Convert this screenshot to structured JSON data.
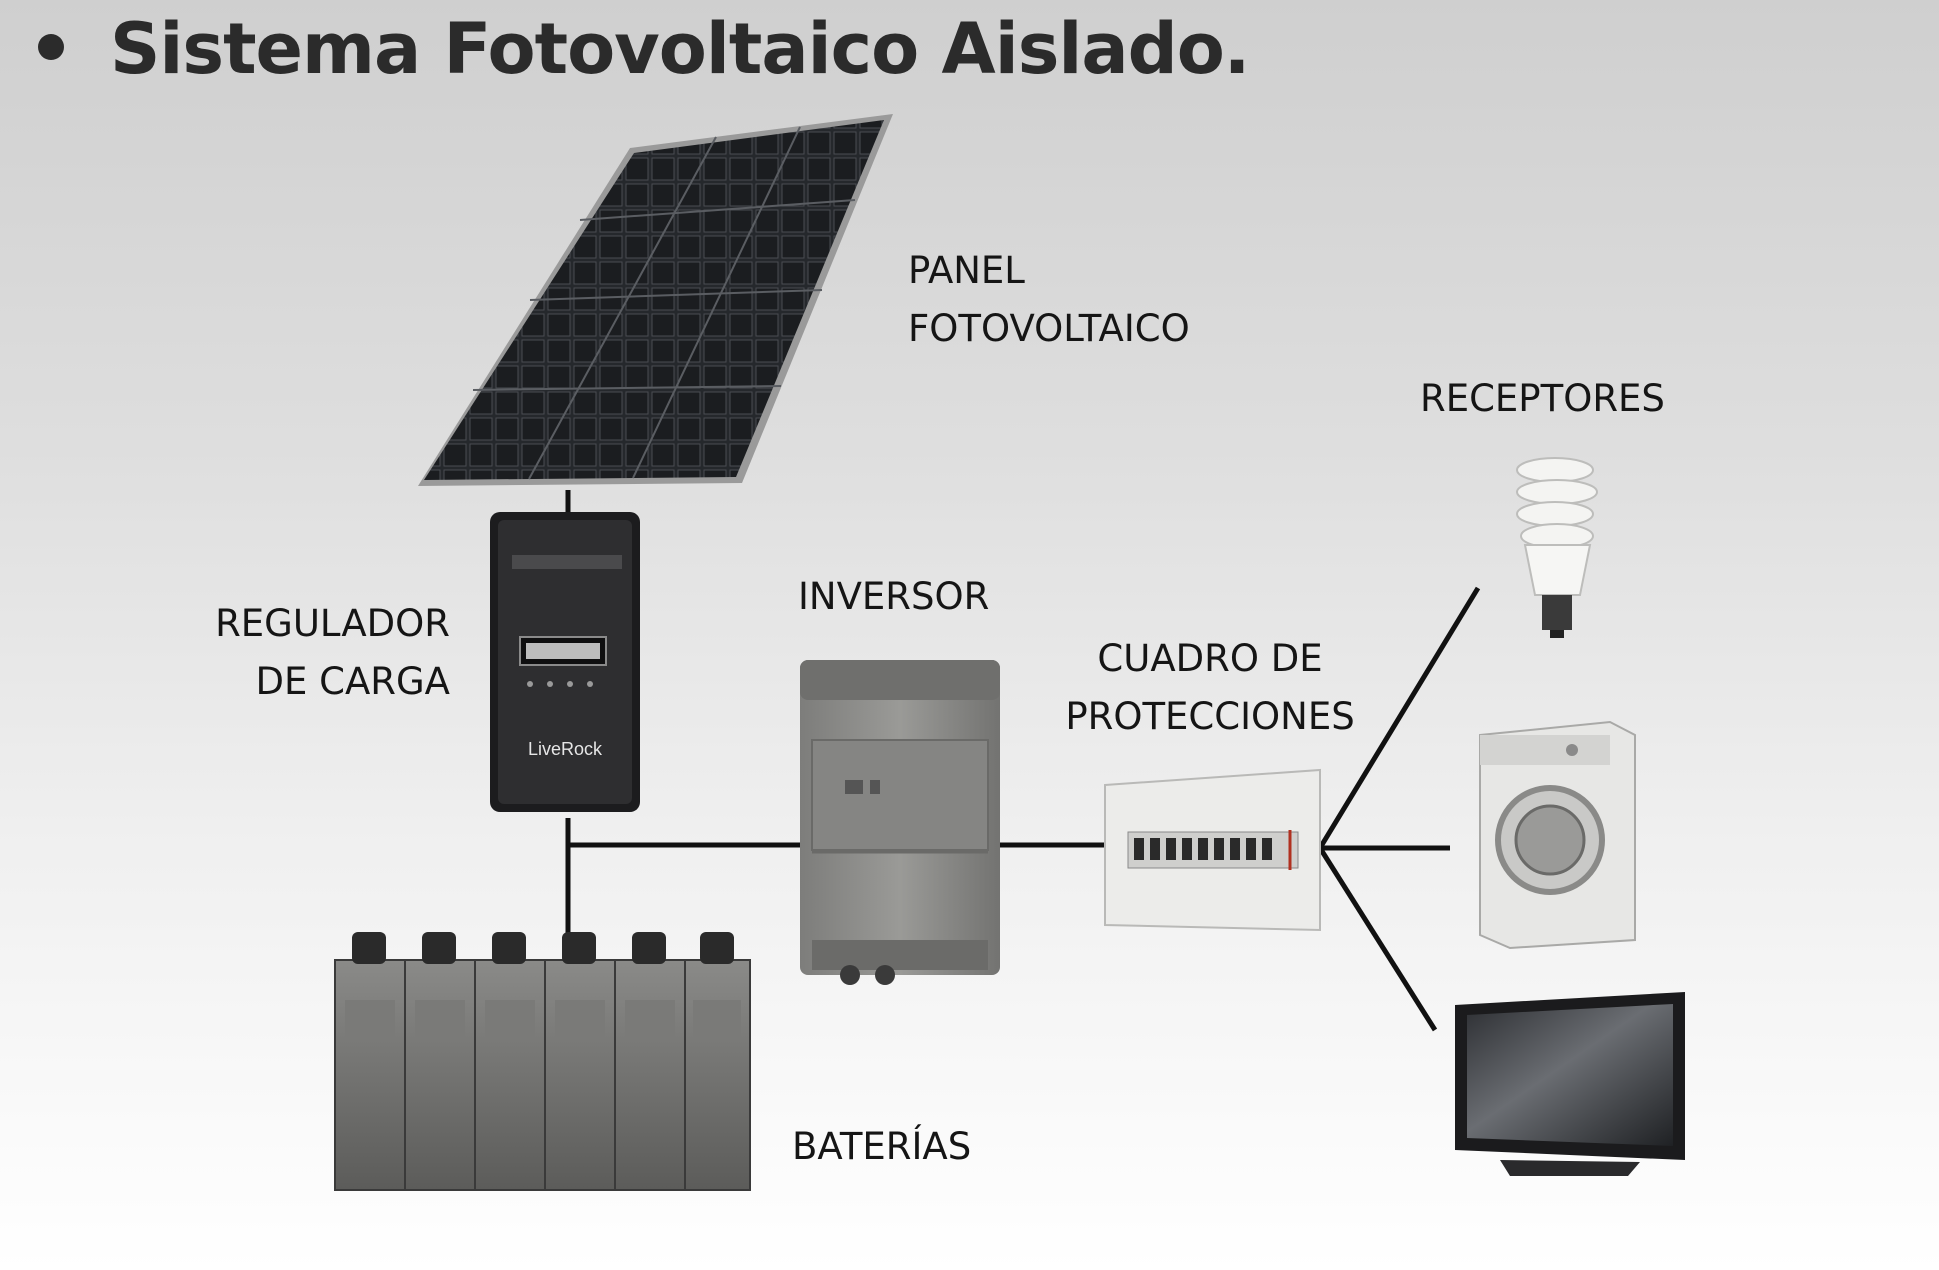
{
  "slide": {
    "title": "Sistema Fotovoltaico Aislado."
  },
  "labels": {
    "panel": [
      "PANEL",
      "FOTOVOLTAICO"
    ],
    "regulator": [
      "REGULADOR",
      "DE CARGA"
    ],
    "inverter": "INVERSOR",
    "protections": [
      "CUADRO DE",
      "PROTECCIONES"
    ],
    "receivers": "RECEPTORES",
    "batteries": "BATERÍAS"
  },
  "devices": {
    "regulator_brand": "LiveRock"
  },
  "colors": {
    "panel": "#1f2226",
    "regulator": "#2a2a2c",
    "inverter": "#8a8a88",
    "battery": "#6a6a68",
    "wire": "#111111"
  }
}
